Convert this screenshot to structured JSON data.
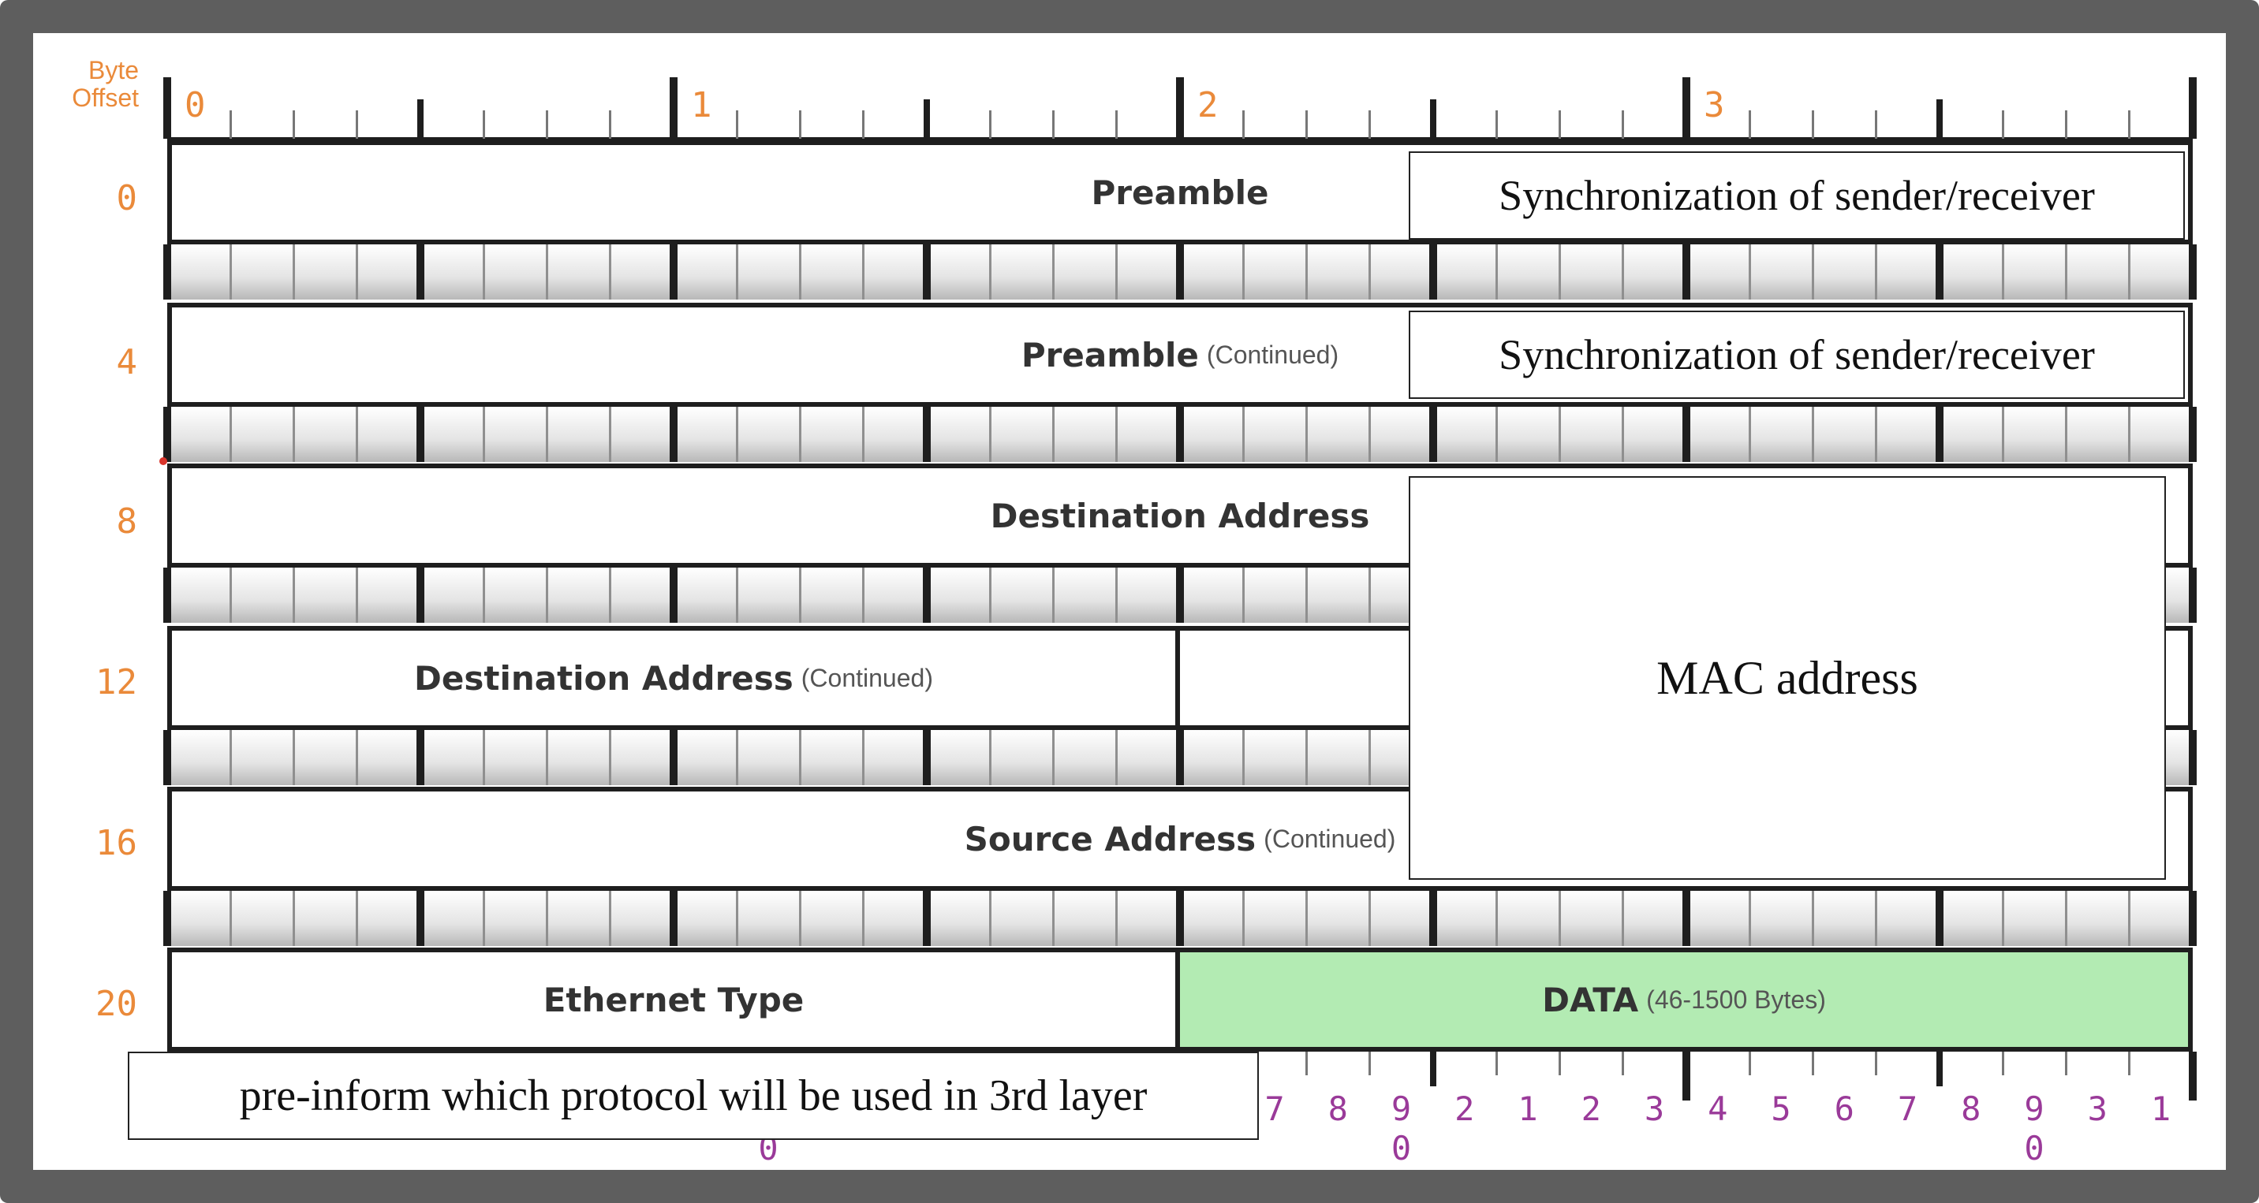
{
  "header": {
    "byte_label": "Byte",
    "offset_label": "Offset"
  },
  "byte_numbers": [
    "0",
    "1",
    "2",
    "3"
  ],
  "offsets": [
    "0",
    "4",
    "8",
    "12",
    "16",
    "20"
  ],
  "rows": [
    {
      "cells": [
        {
          "name": "Preamble",
          "note": "",
          "span": 32
        }
      ]
    },
    {
      "cells": [
        {
          "name": "Preamble",
          "note": "(Continued)",
          "span": 32
        }
      ]
    },
    {
      "cells": [
        {
          "name": "Destination Address",
          "note": "",
          "span": 32
        }
      ]
    },
    {
      "cells": [
        {
          "name": "Destination Address",
          "note": "(Continued)",
          "span": 16
        },
        {
          "name": "",
          "note": "",
          "span": 16
        }
      ]
    },
    {
      "cells": [
        {
          "name": "Source Address",
          "note": "(Continued)",
          "span": 32
        }
      ]
    },
    {
      "cells": [
        {
          "name": "Ethernet Type",
          "note": "",
          "span": 16
        },
        {
          "name": "DATA",
          "note": "(46-1500 Bytes)",
          "span": 16,
          "color": "#b3ebb3"
        }
      ]
    }
  ],
  "bottom_bits": [
    "7",
    "8",
    "9",
    "2",
    "1",
    "2",
    "3",
    "4",
    "5",
    "6",
    "7",
    "8",
    "9",
    "3",
    "1"
  ],
  "bottom_bits_second_line": [
    "0",
    "0",
    "0"
  ],
  "callouts": {
    "sync_1": "Synchronization of sender/receiver",
    "sync_2": "Synchronization of sender/receiver",
    "mac": "MAC address",
    "ethertype": "pre-inform which protocol will be used in 3rd layer"
  },
  "colors": {
    "offset_text": "#ea8a3a",
    "bit_text": "#9a3a99",
    "data_fill": "#b3ebb3",
    "frame": "#5e5e5e"
  }
}
